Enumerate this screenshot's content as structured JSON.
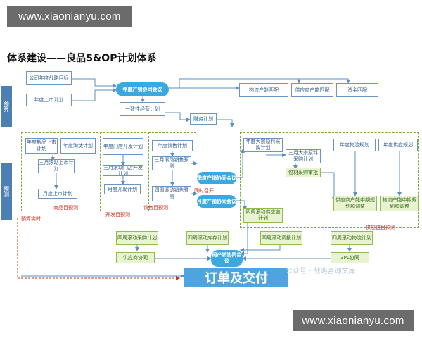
{
  "watermark": {
    "top": "www.xiaonianyu.com",
    "bottom": "www.xiaonianyu.com"
  },
  "title": "体系建设——良品S&OP计划体系",
  "side_labels": {
    "budget": "预算",
    "forecast": "预测"
  },
  "nodes": {
    "corp_strategy": "公司年度战略目标",
    "annual_launch": "年度上市计划",
    "annual_sop": "年度产销协同会议",
    "logistics_match": "物流产能匹配",
    "supplier_match": "供应商产能匹配",
    "capital_match": "资金匹配",
    "consistent_plan": "一致性经营计划",
    "finance_plan": "财务计划",
    "new_launch": "年度新品上市计划",
    "phase_out": "年度淘汰计划",
    "rolling_launch": "三月滚动上市计划",
    "monthly_launch": "月度上市计划",
    "store_open": "年度门店开发计划",
    "rolling_store": "三月滚动门店开发计划",
    "monthly_store": "月度开发计划",
    "annual_sales": "年度销售计划",
    "rolling_sales": "三月滚动销售预测",
    "weekly_sales": "四周滚动销售预测",
    "quarterly_sop": "季度产销协同会议",
    "monthly_sop": "月度产销协同会议",
    "bulk_procure": "年度大宗原料采购计划",
    "rolling_bulk": "三月大宗原料采购计划",
    "packaging": "包材采购审批",
    "logistics_plan": "年度物流规划",
    "supply_plan": "年度供应规划",
    "supplier_adjust": "供应商产能中期规划和调整",
    "logistics_adjust": "物流产能中期规划和调整",
    "weekly_supply": "四周滚动供应链计划",
    "weekly_purchase": "四周滚动采购计划",
    "weekly_inventory": "四周滚动库存计划",
    "weekly_replenish": "四周滚动调拨计划",
    "weekly_logistics": "四周滚动物流计划",
    "supplier_sync": "供应商协同",
    "tpl_sync": "3PL协同",
    "weekly_sop": "周产销协同会议"
  },
  "labels": {
    "product_forecast": "商品目预测",
    "store_forecast": "开发目预测",
    "sales_forecast": "销售目预测",
    "supply_forecast": "供应链目预测",
    "budget_forecast": "预算实时",
    "meeting_time": "同时召开"
  },
  "order_bar": "订单及交付",
  "logo_watermark": "公众号 · 战略咨询文库",
  "colors": {
    "box_border": "#6a95c4",
    "box_text": "#2f5f8f",
    "green_fill": "#e8f3d2",
    "green_border": "#8fbf4a",
    "pill": "#39a9e0",
    "order_bar": "#4ea4df",
    "label_red": "#c8341d",
    "side_tab": "#4d7fb3",
    "watermark_bg": "#6b6b6b"
  }
}
